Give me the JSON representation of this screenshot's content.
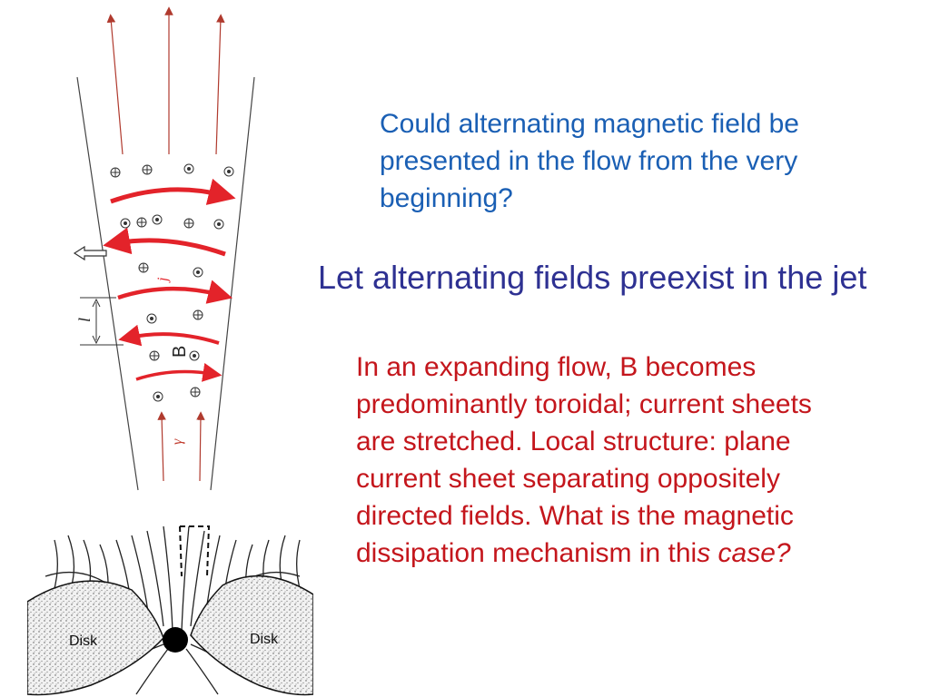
{
  "slide": {
    "question_lines": [
      "Could alternating magnetic field be",
      "presented in the flow from the very",
      "beginning?"
    ],
    "heading": "Let alternating fields preexist in the jet",
    "body_lines": [
      "In an expanding flow, B becomes",
      "predominantly toroidal; current sheets",
      "are stretched. Local structure: plane",
      "current sheet separating oppositely",
      "directed fields. What is the magnetic"
    ],
    "body_last_plain": "dissipation mechanism in thi",
    "body_last_italic": "s case?"
  },
  "jet_figure": {
    "label_j": "j",
    "label_B": "B",
    "label_l": "l",
    "label_gamma": "γ",
    "current_color": "#e3232a"
  },
  "disk_figure": {
    "left_label": "Disk",
    "right_label": "Disk"
  }
}
